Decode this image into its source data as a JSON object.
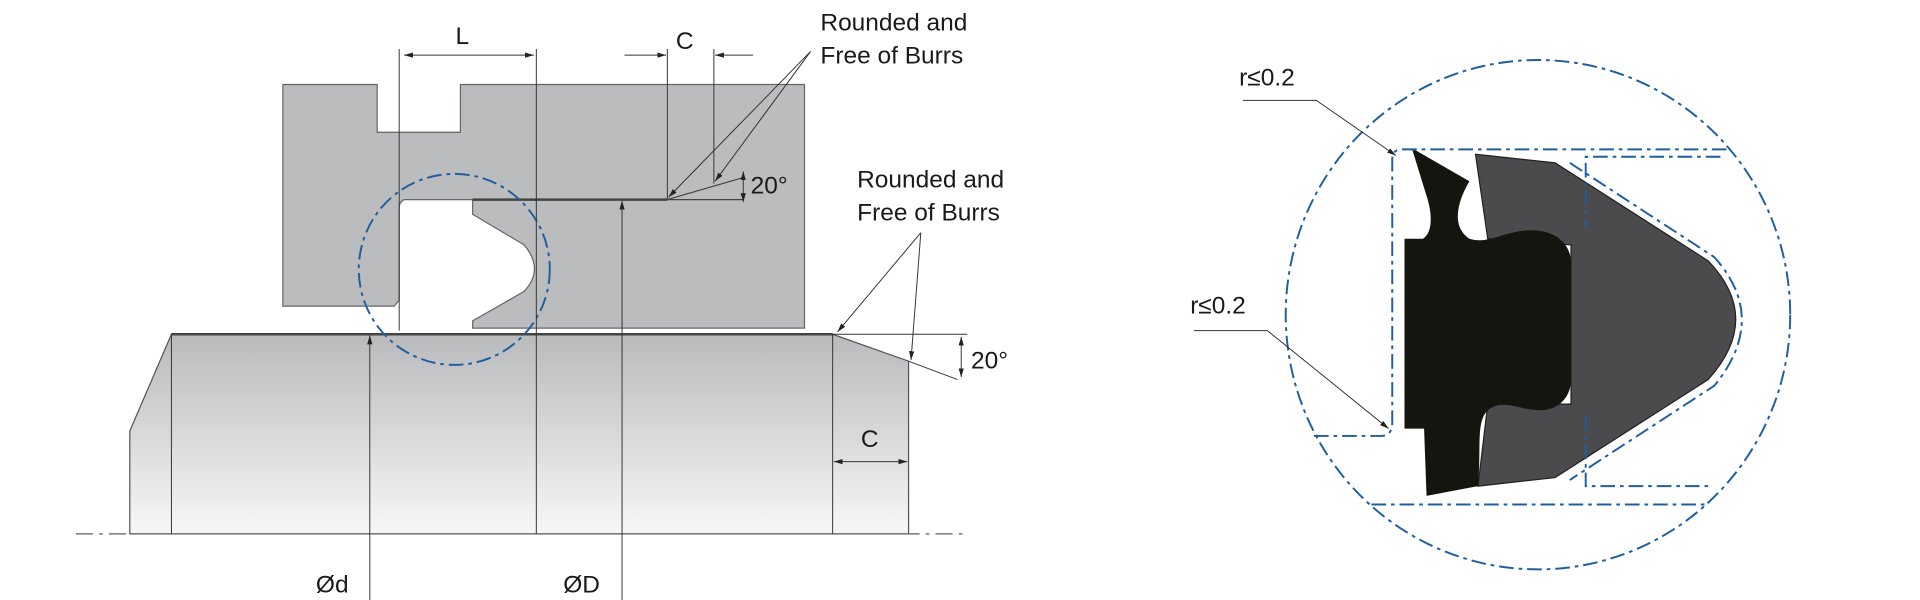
{
  "left_view": {
    "dim_L": "L",
    "dim_C_top": "C",
    "note_top_line1": "Rounded and",
    "note_top_line2": "Free of Burrs",
    "angle_top": "20°",
    "note_shaft_line1": "Rounded and",
    "note_shaft_line2": "Free of Burrs",
    "angle_shaft": "20°",
    "dim_C_shaft": "C",
    "dia_small": "Ød",
    "dia_large": "ØD"
  },
  "detail_view": {
    "radius_top": "r≤0.2",
    "radius_bottom": "r≤0.2"
  },
  "colors": {
    "housing": "#bbbcbe",
    "seal_core": "#151510",
    "seal_body": "#4b4b4d",
    "detail_lines": "#1f5fa0"
  }
}
